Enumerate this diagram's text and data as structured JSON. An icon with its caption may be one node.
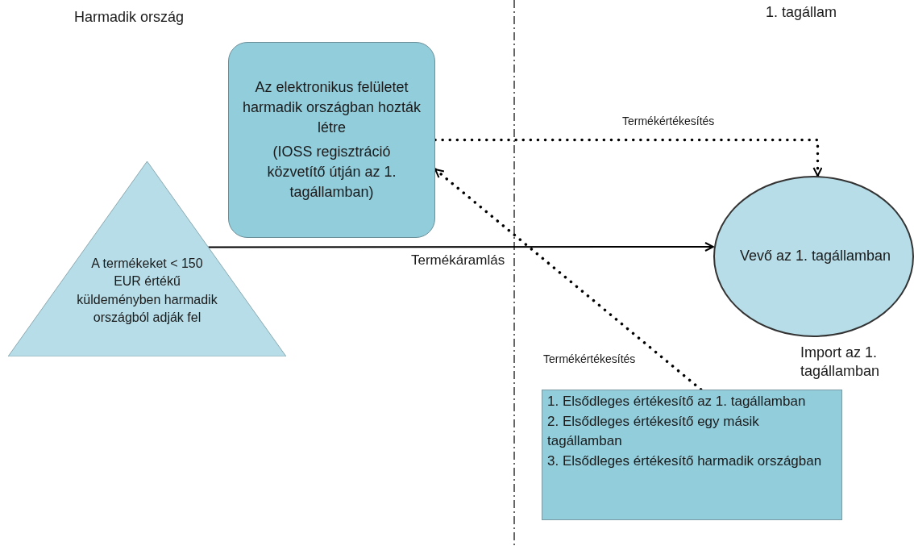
{
  "diagram": {
    "nodes": [
      {
        "text": [
          "Az elektronikus felületet harmadik országban hozták létre",
          "(IOSS regisztráció közvetítő útján az 1. tagállamban)"
        ]
      },
      {
        "text": [
          "A termékeket < 150 EUR értékű küldeményben harmadik országból adják fel"
        ]
      },
      {
        "text": [
          "Vevő az 1. tagállamban"
        ],
        "beside": [
          "Import az 1. tagállamban"
        ]
      },
      {
        "text": [
          "1. Elsődleges értékesítő az 1. tagállamban",
          "2. Elsődleges értékesítő egy másik tagállamban",
          "3. Elsődleges értékesítő harmadik országban"
        ]
      }
    ],
    "edges": [
      {
        "from": 0,
        "to": 2,
        "arrow": "to",
        "label": "Termékértékesítés",
        "style": "dashed"
      },
      {
        "from": 1,
        "to": 2,
        "arrow": "to",
        "label": "Termékáramlás"
      },
      {
        "from": 3,
        "to": 0,
        "arrow": "to",
        "label": "Termékértékesítés",
        "style": "dashed"
      }
    ],
    "labels": [
      "Harmadik ország",
      "1. tagállam"
    ]
  }
}
